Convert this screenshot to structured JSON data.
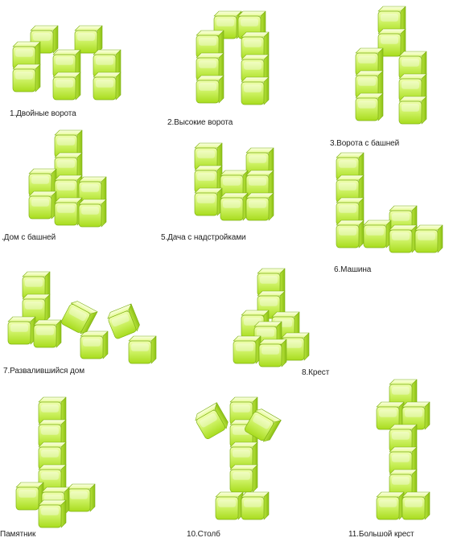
{
  "colors": {
    "cube_front_top": "#f0ffb0",
    "cube_front_bottom": "#a8dc1e",
    "cube_top": "#f6ffd0",
    "cube_side": "#94c81a",
    "cube_edge": "#7fb214",
    "text": "#222222"
  },
  "figures": [
    {
      "id": "fig-1",
      "label": "1.Двойные ворота"
    },
    {
      "id": "fig-2",
      "label": "2.Высокие ворота"
    },
    {
      "id": "fig-3",
      "label": "3.Ворота с башней"
    },
    {
      "id": "fig-4",
      "label": ".Дом с башней"
    },
    {
      "id": "fig-5",
      "label": "5.Дача с надстройками"
    },
    {
      "id": "fig-6",
      "label": "6.Машина"
    },
    {
      "id": "fig-7",
      "label": "7.Развалившийся дом"
    },
    {
      "id": "fig-8",
      "label": "8.Крест"
    },
    {
      "id": "fig-9",
      "label": "Памятник"
    },
    {
      "id": "fig-10",
      "label": "10.Столб"
    },
    {
      "id": "fig-11",
      "label": "11.Большой крест"
    }
  ]
}
